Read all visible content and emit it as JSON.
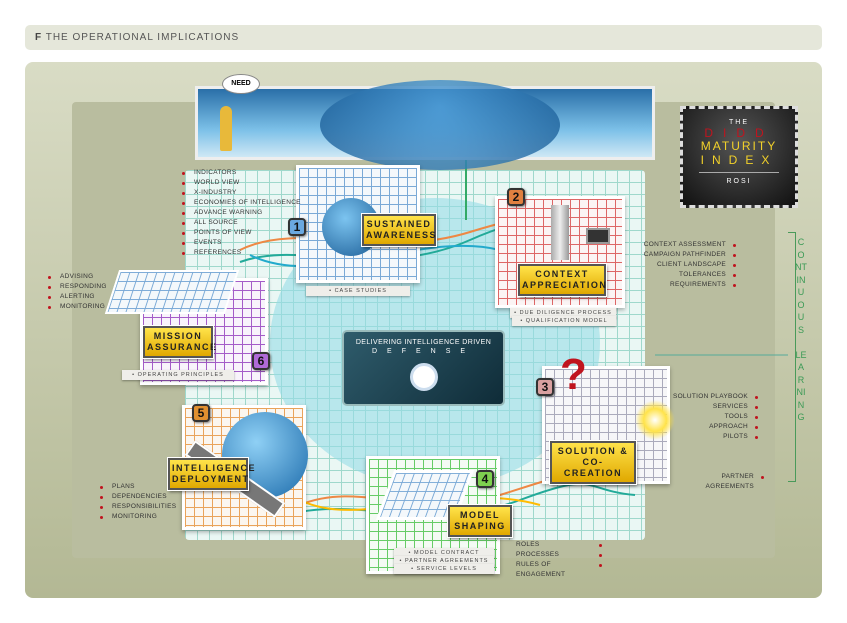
{
  "header": {
    "letter": "F",
    "title": "THE OPERATIONAL IMPLICATIONS"
  },
  "banner": {
    "need": "NEED"
  },
  "maturity_index": {
    "the": "THE",
    "didd": "DIDD",
    "maturity": "MATURITY",
    "index": "INDEX",
    "rosi": "ROSI"
  },
  "center": {
    "line1": "DELIVERING INTELLIGENCE DRIVEN",
    "line2": "DEFENSE"
  },
  "side": {
    "continuous": "CONTINUOUS",
    "learning": "LEARNING"
  },
  "stages": [
    {
      "num": "1",
      "label1": "SUSTAINED",
      "label2": "AWARENESS",
      "captions": [
        "CASE STUDIES"
      ],
      "color": "#4f8fd0"
    },
    {
      "num": "2",
      "label1": "CONTEXT",
      "label2": "APPRECIATION",
      "captions": [
        "DUE DILIGENCE PROCESS",
        "QUALIFICATION MODEL"
      ],
      "color": "#e08040"
    },
    {
      "num": "3",
      "label1": "SOLUTION &",
      "label2": "CO-CREATION",
      "captions": [],
      "color": "#d9a0a0"
    },
    {
      "num": "4",
      "label1": "MODEL",
      "label2": "SHAPING",
      "captions": [
        "MODEL CONTRACT",
        "PARTNER AGREEMENTS",
        "SERVICE LEVELS"
      ],
      "color": "#7ed04f"
    },
    {
      "num": "5",
      "label1": "INTELLIGENCE",
      "label2": "DEPLOYMENT",
      "captions": [],
      "color": "#e09030"
    },
    {
      "num": "6",
      "label1": "MISSION",
      "label2": "ASSURANCE",
      "captions": [
        "OPERATING PRINCIPLES"
      ],
      "color": "#b06ad8"
    }
  ],
  "lists": {
    "awareness": [
      "INDICATORS",
      "WORLD VIEW",
      "X-INDUSTRY",
      "ECONOMIES OF INTELLIGENCE",
      "ADVANCE WARNING",
      "ALL SOURCE",
      "POINTS OF VIEW",
      "EVENTS",
      "REFERENCES"
    ],
    "context": [
      "CONTEXT ASSESSMENT",
      "CAMPAIGN PATHFINDER",
      "CLIENT LANDSCAPE",
      "TOLERANCES",
      "REQUIREMENTS"
    ],
    "solution": [
      "SOLUTION PLAYBOOK",
      "SERVICES",
      "TOOLS",
      "APPROACH",
      "PILOTS"
    ],
    "partner": [
      "PARTNER AGREEMENTS"
    ],
    "model": [
      "ROLES",
      "PROCESSES",
      "RULES OF ENGAGEMENT"
    ],
    "deployment": [
      "PLANS",
      "DEPENDENCIES",
      "RESPONSIBILITIES",
      "MONITORING"
    ],
    "mission": [
      "ADVISING",
      "RESPONDING",
      "ALERTING",
      "MONITORING"
    ]
  }
}
